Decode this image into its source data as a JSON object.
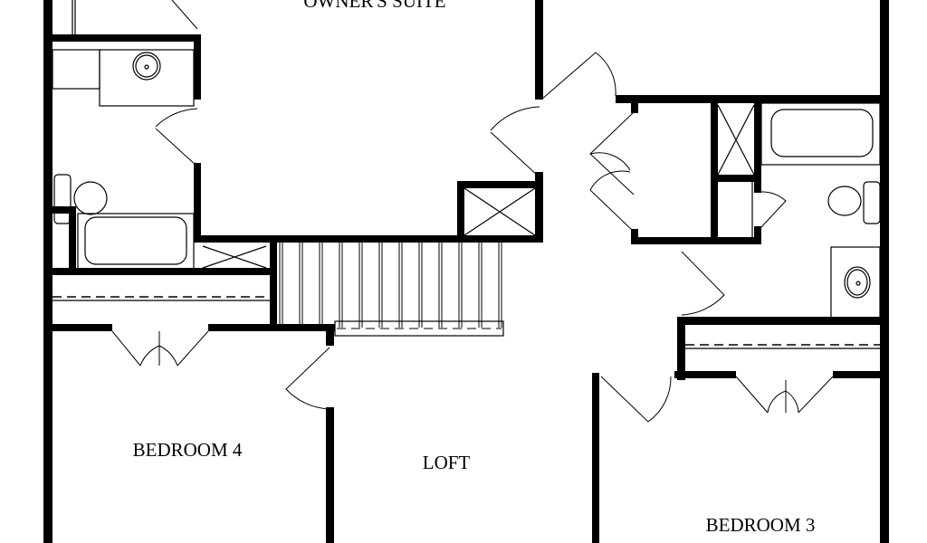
{
  "plan": {
    "rooms": {
      "owners_suite": "OWNER'S SUITE",
      "bedroom_4": "BEDROOM 4",
      "loft": "LOFT",
      "bedroom_3": "BEDROOM 3"
    },
    "colors": {
      "walls": "#000000",
      "background": "#ffffff"
    }
  }
}
